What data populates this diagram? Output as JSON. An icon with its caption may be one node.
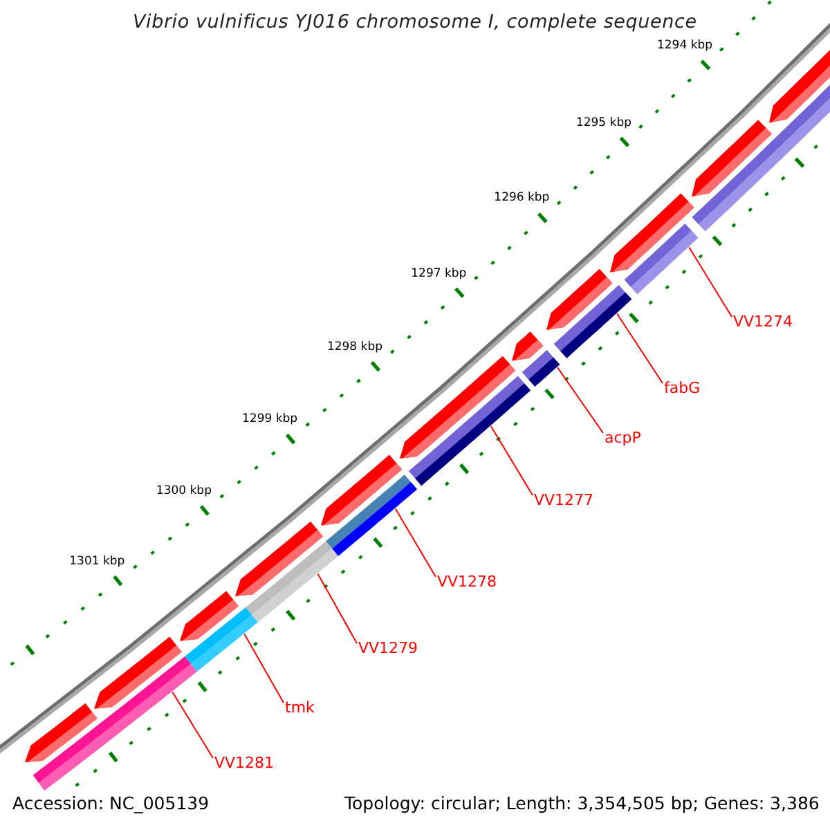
{
  "diagram": {
    "title": "Vibrio vulnificus YJ016 chromosome I, complete sequence",
    "nodes": [
      {
        "text": [
          "VV1274"
        ]
      },
      {
        "text": [
          "fabG"
        ]
      },
      {
        "text": [
          "acpP"
        ]
      },
      {
        "text": [
          "VV1277"
        ]
      },
      {
        "text": [
          "VV1278"
        ]
      },
      {
        "text": [
          "VV1279"
        ]
      },
      {
        "text": [
          "tmk"
        ]
      },
      {
        "text": [
          "VV1281"
        ]
      },
      {
        "text": [],
        "shape": "bar"
      },
      {
        "text": [],
        "shape": "bar"
      },
      {
        "text": [],
        "shape": "bar"
      },
      {
        "text": [],
        "shape": "bar"
      },
      {
        "text": [],
        "shape": "bar"
      },
      {
        "text": [],
        "shape": "bar"
      },
      {
        "text": [],
        "shape": "bar"
      },
      {
        "text": [],
        "shape": "bar"
      }
    ],
    "edges": [
      {
        "from": 0,
        "to": 8,
        "arrow": "none"
      },
      {
        "from": 1,
        "to": 9,
        "arrow": "none"
      },
      {
        "from": 2,
        "to": 10,
        "arrow": "none"
      },
      {
        "from": 3,
        "to": 11,
        "arrow": "none"
      },
      {
        "from": 4,
        "to": 12,
        "arrow": "none"
      },
      {
        "from": 5,
        "to": 13,
        "arrow": "none"
      },
      {
        "from": 6,
        "to": 14,
        "arrow": "none"
      },
      {
        "from": 7,
        "to": 15,
        "arrow": "none"
      }
    ],
    "labels": [
      "1294 kbp",
      "1295 kbp",
      "1296 kbp",
      "1297 kbp",
      "1298 kbp",
      "1299 kbp",
      "1300 kbp",
      "1301 kbp",
      "Accession: NC_005139",
      "Topology: circular; Length: 3,354,505 bp; Genes: 3,386"
    ]
  }
}
